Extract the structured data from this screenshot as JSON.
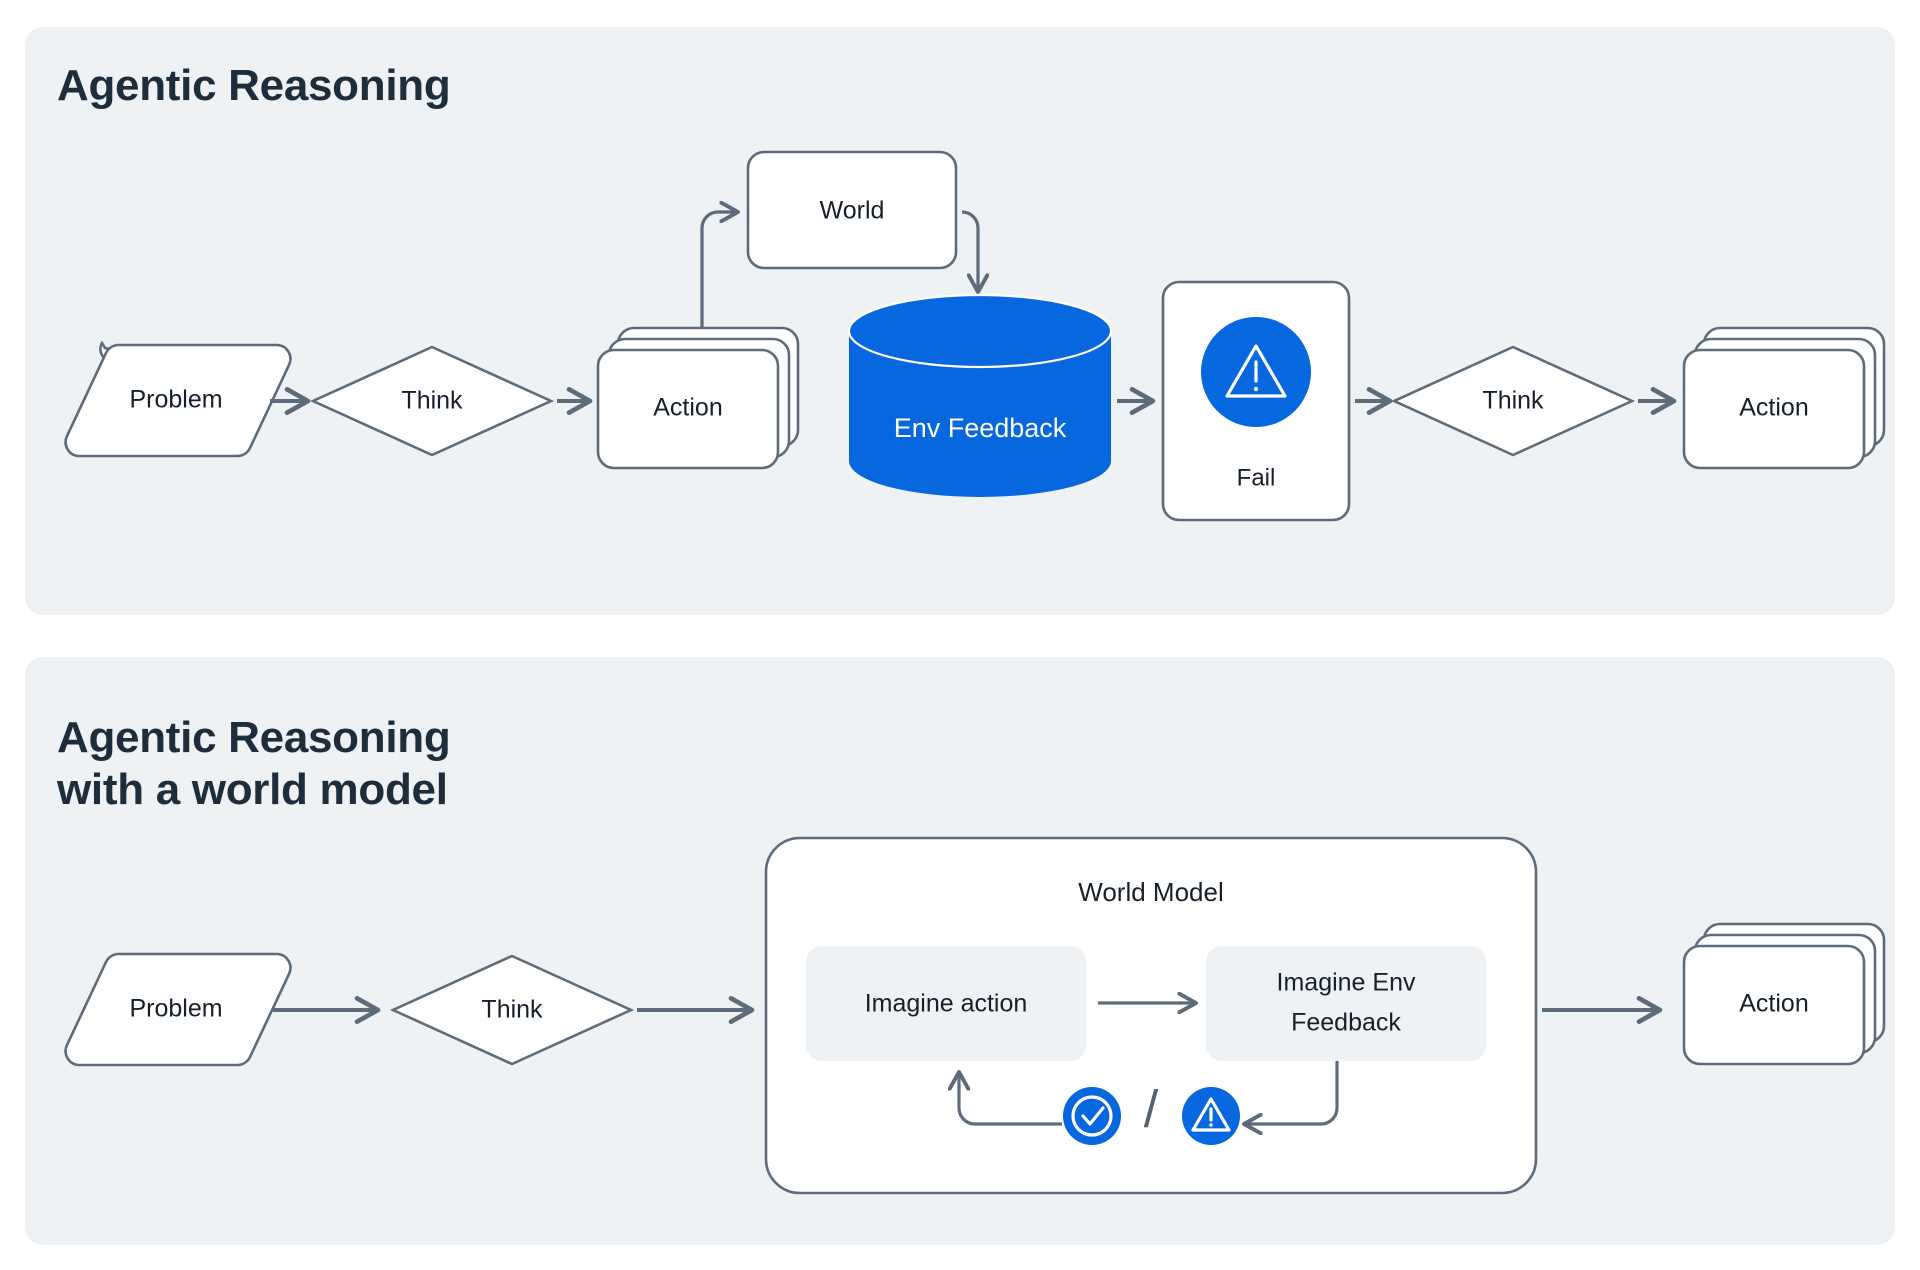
{
  "page": {
    "background": "#ffffff",
    "panel_bg": "#eef2f5",
    "accent_blue": "#0667de",
    "stroke_gray": "#5d6b7a",
    "text_dark": "#16202b"
  },
  "panels": [
    {
      "id": "agentic-reasoning",
      "title": "Agentic Reasoning"
    },
    {
      "id": "agentic-reasoning-world-model",
      "title": "Agentic Reasoning\nwith a world model"
    }
  ],
  "diagram_top": {
    "nodes": [
      {
        "id": "problem",
        "label": "Problem",
        "shape": "parallelogram"
      },
      {
        "id": "think1",
        "label": "Think",
        "shape": "diamond"
      },
      {
        "id": "action1",
        "label": "Action",
        "shape": "card-stack"
      },
      {
        "id": "world",
        "label": "World",
        "shape": "rounded-rect"
      },
      {
        "id": "envfeedback",
        "label": "Env Feedback",
        "shape": "cylinder"
      },
      {
        "id": "fail",
        "label": "Fail",
        "shape": "rounded-rect-icon",
        "icon": "warning-icon"
      },
      {
        "id": "think2",
        "label": "Think",
        "shape": "diamond"
      },
      {
        "id": "action2",
        "label": "Action",
        "shape": "card-stack"
      }
    ],
    "edges": [
      {
        "from": "problem",
        "to": "think1"
      },
      {
        "from": "think1",
        "to": "action1"
      },
      {
        "from": "action1",
        "to": "world"
      },
      {
        "from": "world",
        "to": "envfeedback"
      },
      {
        "from": "envfeedback",
        "to": "fail"
      },
      {
        "from": "fail",
        "to": "think2"
      },
      {
        "from": "think2",
        "to": "action2"
      }
    ]
  },
  "diagram_bottom": {
    "nodes": [
      {
        "id": "problem2",
        "label": "Problem",
        "shape": "parallelogram"
      },
      {
        "id": "think3",
        "label": "Think",
        "shape": "diamond"
      },
      {
        "id": "worldmodel",
        "label": "World Model",
        "shape": "group-box"
      },
      {
        "id": "imagineact",
        "label": "Imagine action",
        "shape": "soft-rect"
      },
      {
        "id": "imagineenv",
        "label": "Imagine Env\nFeedback",
        "shape": "soft-rect"
      },
      {
        "id": "ok-icon",
        "label": "",
        "shape": "icon",
        "icon": "check-circle-icon"
      },
      {
        "id": "separator",
        "label": "/",
        "shape": "text"
      },
      {
        "id": "warn-icon",
        "label": "",
        "shape": "icon",
        "icon": "warning-circle-icon"
      },
      {
        "id": "action3",
        "label": "Action",
        "shape": "card-stack"
      }
    ],
    "edges": [
      {
        "from": "problem2",
        "to": "think3"
      },
      {
        "from": "think3",
        "to": "worldmodel"
      },
      {
        "from": "imagineact",
        "to": "imagineenv"
      },
      {
        "from": "imagineenv",
        "to": "imagineact",
        "via": "feedback-loop"
      },
      {
        "from": "worldmodel",
        "to": "action3"
      }
    ]
  },
  "labels": {
    "problem": "Problem",
    "think": "Think",
    "action": "Action",
    "world": "World",
    "env_feedback": "Env Feedback",
    "fail": "Fail",
    "world_model": "World Model",
    "imagine_action": "Imagine action",
    "imagine_env_1": "Imagine Env",
    "imagine_env_2": "Feedback",
    "slash": "/"
  }
}
